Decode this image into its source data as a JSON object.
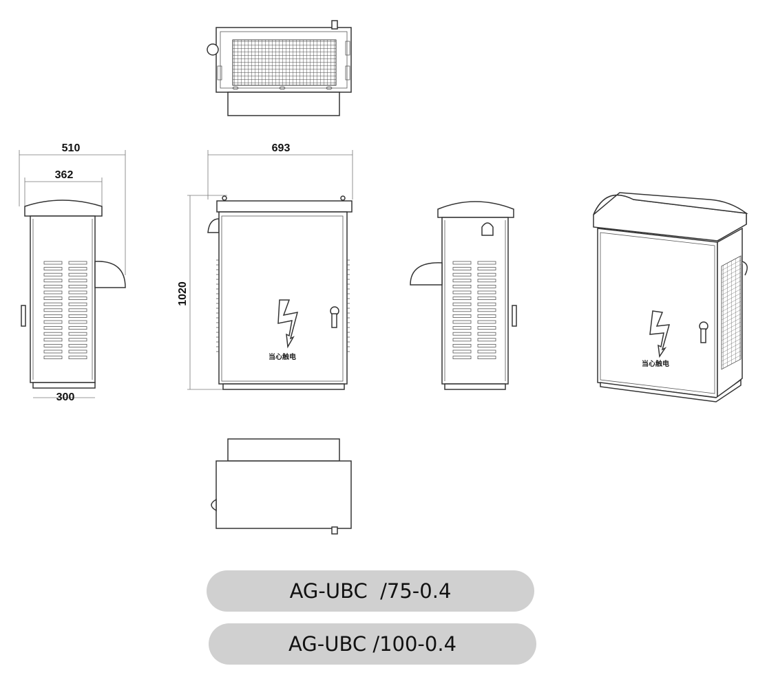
{
  "dimensions": {
    "side_total_width": "510",
    "side_body_width": "362",
    "side_base_width": "300",
    "front_width": "693",
    "front_height": "1020"
  },
  "warning_label": "当心触电",
  "models": [
    {
      "label": "AG-UBC  /75-0.4"
    },
    {
      "label": "AG-UBC /100-0.4"
    }
  ],
  "colors": {
    "line": "#333333",
    "pill_background": "#d0d0d0",
    "background": "#ffffff"
  }
}
